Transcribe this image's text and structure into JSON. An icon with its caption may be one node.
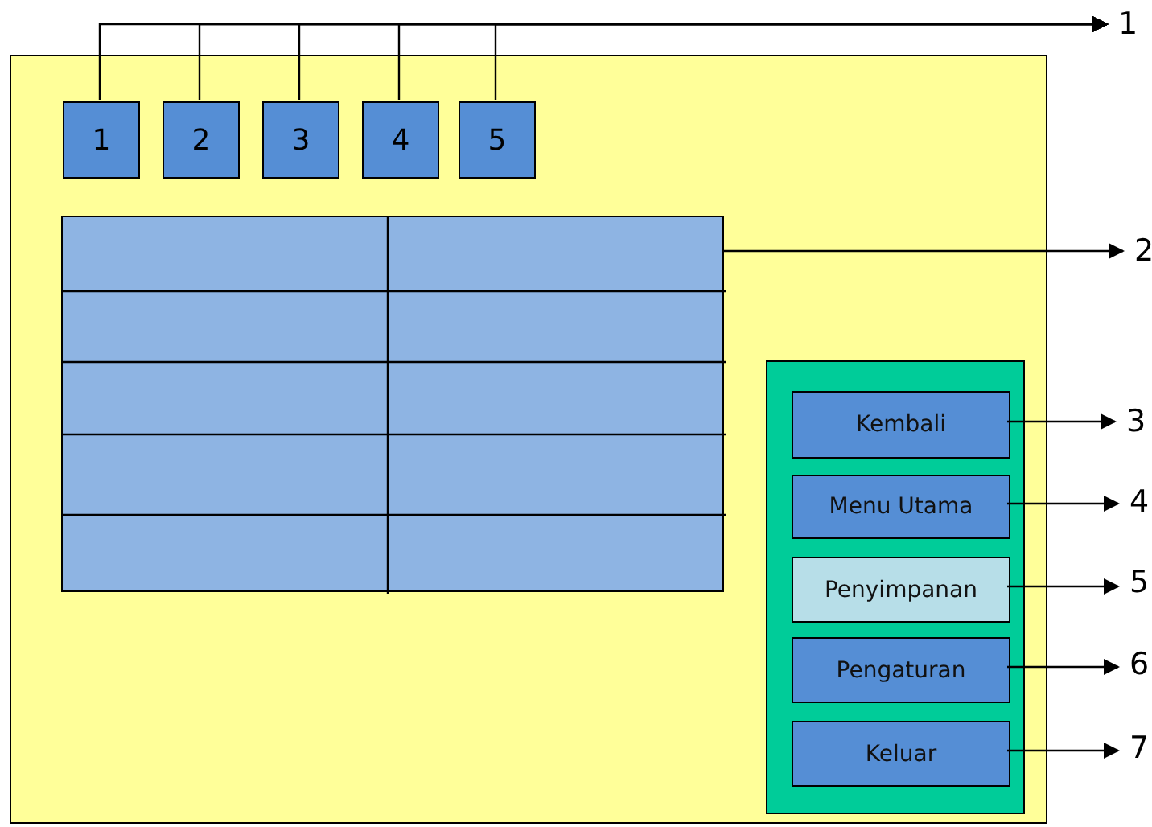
{
  "diagram": {
    "nodes": [
      {
        "text": [],
        "shape": "box"
      },
      {
        "text": [
          "1"
        ],
        "in": 0
      },
      {
        "text": [
          "2"
        ],
        "in": 0
      },
      {
        "text": [
          "3"
        ],
        "in": 0
      },
      {
        "text": [
          "4"
        ],
        "in": 0
      },
      {
        "text": [
          "5"
        ],
        "in": 0
      },
      {
        "text": [],
        "shape": "box",
        "in": 0
      },
      {
        "text": [],
        "shape": "box",
        "in": 0
      },
      {
        "text": [
          "Kembali"
        ],
        "in": 7
      },
      {
        "text": [
          "Menu Utama"
        ],
        "in": 7
      },
      {
        "text": [
          "Penyimpanan"
        ],
        "in": 7
      },
      {
        "text": [
          "Pengaturan"
        ],
        "in": 7
      },
      {
        "text": [
          "Keluar"
        ],
        "in": 7
      },
      {
        "text": [
          "1"
        ]
      },
      {
        "text": [
          "2"
        ]
      },
      {
        "text": [
          "3"
        ]
      },
      {
        "text": [
          "4"
        ]
      },
      {
        "text": [
          "5"
        ]
      },
      {
        "text": [
          "6"
        ]
      },
      {
        "text": [
          "7"
        ]
      }
    ],
    "edges": [
      {
        "from": 1,
        "to": 13,
        "arrow": "to"
      },
      {
        "from": 2,
        "to": 13,
        "arrow": "to"
      },
      {
        "from": 3,
        "to": 13,
        "arrow": "to"
      },
      {
        "from": 4,
        "to": 13,
        "arrow": "to"
      },
      {
        "from": 5,
        "to": 13,
        "arrow": "to"
      },
      {
        "from": 6,
        "to": 14,
        "arrow": "to"
      },
      {
        "from": 8,
        "to": 15,
        "arrow": "to"
      },
      {
        "from": 9,
        "to": 16,
        "arrow": "to"
      },
      {
        "from": 10,
        "to": 17,
        "arrow": "to"
      },
      {
        "from": 11,
        "to": 18,
        "arrow": "to"
      },
      {
        "from": 12,
        "to": 19,
        "arrow": "to"
      }
    ]
  }
}
